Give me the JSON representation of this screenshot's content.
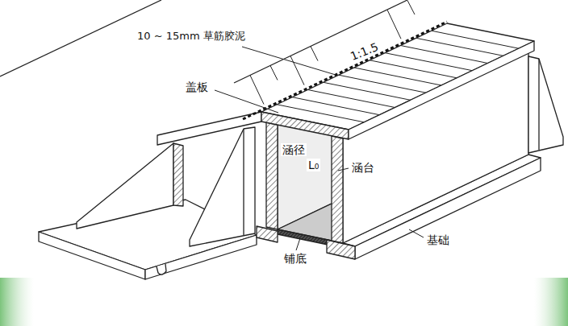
{
  "diagram": {
    "labels": [
      "10 ~ 15mm 草筋胶泥",
      "1:1.5",
      "盖板",
      "涵径",
      "L₀",
      "涵台",
      "基础",
      "铺底"
    ]
  }
}
